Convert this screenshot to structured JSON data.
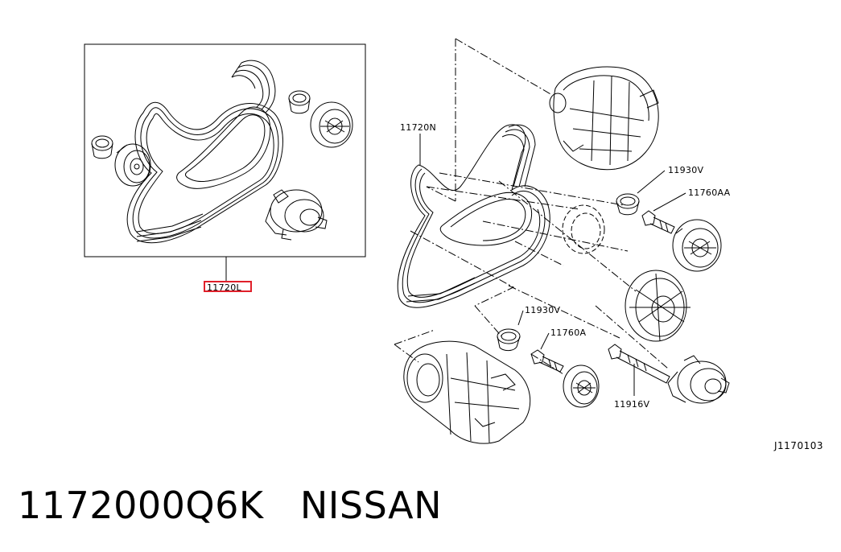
{
  "diagram": {
    "reference_code": "J1170103",
    "labels": {
      "kit_belt": "11720L",
      "belt": "11720N",
      "cap_upper": "11930V",
      "bolt_upper": "11760AA",
      "cap_lower": "11930V",
      "bolt_lower": "11760A",
      "tensioner_bolt": "11916V"
    },
    "highlight_color": "#e0202a"
  },
  "caption": {
    "part_number": "1172000Q6K",
    "brand": "NISSAN"
  }
}
